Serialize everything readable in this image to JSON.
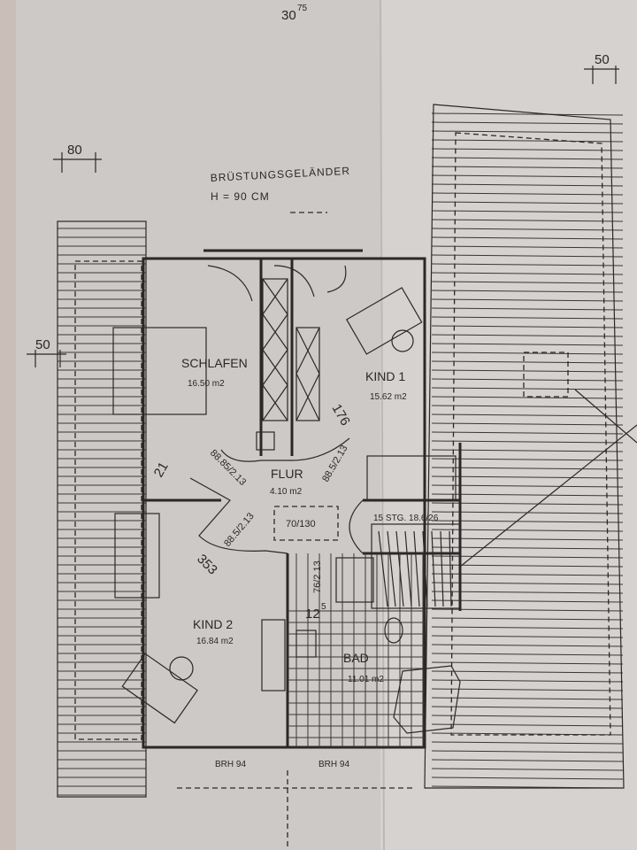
{
  "top_dimension": {
    "value": "30",
    "superscript": "75"
  },
  "dim_top_right": "50",
  "dim_top_left": "80",
  "dim_left": "50",
  "railing_note": {
    "line1": "BRÜSTUNGSGELÄNDER",
    "line2": "H = 90 CM"
  },
  "rooms": {
    "schlafen": {
      "name": "SCHLAFEN",
      "area": "16.50 m2"
    },
    "kind1": {
      "name": "KIND 1",
      "area": "15.62 m2"
    },
    "flur": {
      "name": "FLUR",
      "area": "4.10 m2"
    },
    "kind2": {
      "name": "KIND 2",
      "area": "16.84 m2"
    },
    "bad": {
      "name": "BAD",
      "area": "11.01 m2"
    }
  },
  "dimensions": {
    "d176": "176",
    "d21": "21",
    "d353": "353",
    "door_schlafen": "88.85/2.13",
    "door_kind1": "88.5/2.13",
    "door_kind2": "88.5/2.13",
    "door_bad": "76/2.13",
    "hatch": "70/130",
    "d125": {
      "value": "12",
      "superscript": "5"
    }
  },
  "stairs": "15 STG. 18.6/26",
  "sill_heights": [
    "BRH 94",
    "BRH 94"
  ],
  "colors": {
    "paper": "#d6d2d0",
    "ink": "#2b2828"
  }
}
